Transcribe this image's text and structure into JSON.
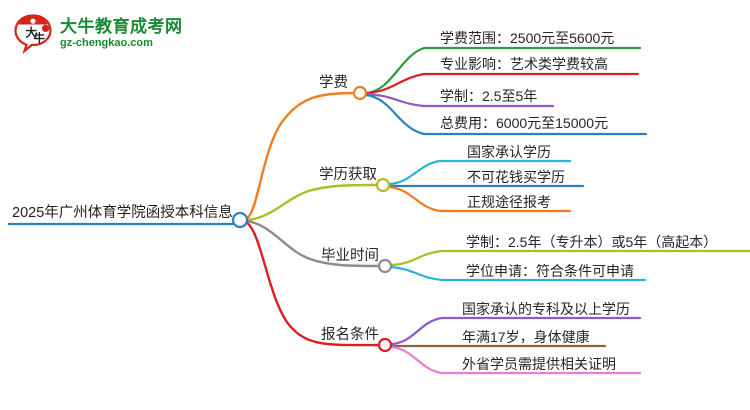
{
  "brand": {
    "logo_icon": "daniu-speech-bubble-logo-icon",
    "logo_char": "大牛",
    "title": "大牛教育成考网",
    "url": "gz-chengkao.com",
    "color": "#1a8a34",
    "mark_color": "#d62419"
  },
  "mindmap": {
    "root": {
      "label": "2025年广州体育学院函授本科信息",
      "color": "#2b7fc4",
      "node_icon": "mindmap-node-circle-icon"
    },
    "branches": [
      {
        "label": "学费",
        "color": "#ef8022",
        "node_icon": "mindmap-node-circle-icon",
        "children": [
          {
            "label": "学费范围：2500元至5600元",
            "color": "#2e9b3f"
          },
          {
            "label": "专业影响：艺术类学费较高",
            "color": "#d6232a"
          },
          {
            "label": "学制：2.5至5年",
            "color": "#9158c8"
          },
          {
            "label": "总费用：6000元至15000元",
            "color": "#2b7fc4"
          }
        ]
      },
      {
        "label": "学历获取",
        "color": "#b0bd22",
        "node_icon": "mindmap-node-circle-icon",
        "children": [
          {
            "label": "国家承认学历",
            "color": "#2bb3d4"
          },
          {
            "label": "不可花钱买学历",
            "color": "#2b7fc4"
          },
          {
            "label": "正规途径报考",
            "color": "#ef7a22"
          }
        ]
      },
      {
        "label": "毕业时间",
        "color": "#8c8c8c",
        "node_icon": "mindmap-node-circle-icon",
        "children": [
          {
            "label": "学制：2.5年（专升本）或5年（高起本）",
            "color": "#b0bd22"
          },
          {
            "label": "学位申请：符合条件可申请",
            "color": "#2bb3d4"
          }
        ]
      },
      {
        "label": "报名条件",
        "color": "#e01b24",
        "node_icon": "mindmap-node-circle-icon",
        "children": [
          {
            "label": "国家承认的专科及以上学历",
            "color": "#9158c8"
          },
          {
            "label": "年满17岁，身体健康",
            "color": "#8a6340"
          },
          {
            "label": "外省学员需提供相关证明",
            "color": "#ef7ad0"
          }
        ]
      }
    ]
  }
}
